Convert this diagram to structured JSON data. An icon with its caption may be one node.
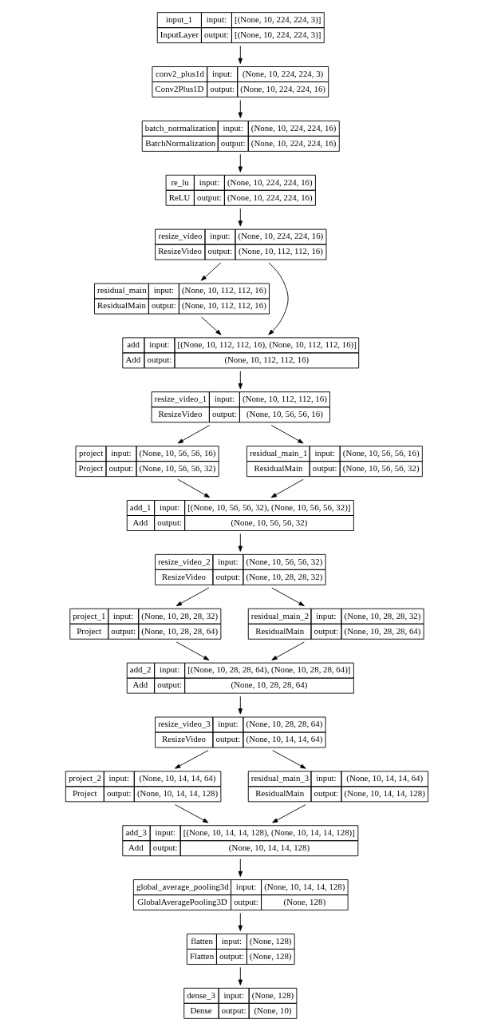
{
  "diagram": {
    "nodes": [
      {
        "text": [
          "input_1",
          "input:",
          "[(None, 10, 224, 224, 3)]",
          "InputLayer",
          "output:",
          "[(None, 10, 224, 224, 3)]"
        ]
      },
      {
        "text": [
          "conv2_plus1d",
          "input:",
          "(None, 10, 224, 224, 3)",
          "Conv2Plus1D",
          "output:",
          "(None, 10, 224, 224, 16)"
        ]
      },
      {
        "text": [
          "batch_normalization",
          "input:",
          "(None, 10, 224, 224, 16)",
          "BatchNormalization",
          "output:",
          "(None, 10, 224, 224, 16)"
        ]
      },
      {
        "text": [
          "re_lu",
          "input:",
          "(None, 10, 224, 224, 16)",
          "ReLU",
          "output:",
          "(None, 10, 224, 224, 16)"
        ]
      },
      {
        "text": [
          "resize_video",
          "input:",
          "(None, 10, 224, 224, 16)",
          "ResizeVideo",
          "output:",
          "(None, 10, 112, 112, 16)"
        ]
      },
      {
        "text": [
          "residual_main",
          "input:",
          "(None, 10, 112, 112, 16)",
          "ResidualMain",
          "output:",
          "(None, 10, 112, 112, 16)"
        ]
      },
      {
        "text": [
          "add",
          "input:",
          "[(None, 10, 112, 112, 16), (None, 10, 112, 112, 16)]",
          "Add",
          "output:",
          "(None, 10, 112, 112, 16)"
        ]
      },
      {
        "text": [
          "resize_video_1",
          "input:",
          "(None, 10, 112, 112, 16)",
          "ResizeVideo",
          "output:",
          "(None, 10, 56, 56, 16)"
        ]
      },
      {
        "text": [
          "project",
          "input:",
          "(None, 10, 56, 56, 16)",
          "Project",
          "output:",
          "(None, 10, 56, 56, 32)"
        ]
      },
      {
        "text": [
          "residual_main_1",
          "input:",
          "(None, 10, 56, 56, 16)",
          "ResidualMain",
          "output:",
          "(None, 10, 56, 56, 32)"
        ]
      },
      {
        "text": [
          "add_1",
          "input:",
          "[(None, 10, 56, 56, 32), (None, 10, 56, 56, 32)]",
          "Add",
          "output:",
          "(None, 10, 56, 56, 32)"
        ]
      },
      {
        "text": [
          "resize_video_2",
          "input:",
          "(None, 10, 56, 56, 32)",
          "ResizeVideo",
          "output:",
          "(None, 10, 28, 28, 32)"
        ]
      },
      {
        "text": [
          "project_1",
          "input:",
          "(None, 10, 28, 28, 32)",
          "Project",
          "output:",
          "(None, 10, 28, 28, 64)"
        ]
      },
      {
        "text": [
          "residual_main_2",
          "input:",
          "(None, 10, 28, 28, 32)",
          "ResidualMain",
          "output:",
          "(None, 10, 28, 28, 64)"
        ]
      },
      {
        "text": [
          "add_2",
          "input:",
          "[(None, 10, 28, 28, 64), (None, 10, 28, 28, 64)]",
          "Add",
          "output:",
          "(None, 10, 28, 28, 64)"
        ]
      },
      {
        "text": [
          "resize_video_3",
          "input:",
          "(None, 10, 28, 28, 64)",
          "ResizeVideo",
          "output:",
          "(None, 10, 14, 14, 64)"
        ]
      },
      {
        "text": [
          "project_2",
          "input:",
          "(None, 10, 14, 14, 64)",
          "Project",
          "output:",
          "(None, 10, 14, 14, 128)"
        ]
      },
      {
        "text": [
          "residual_main_3",
          "input:",
          "(None, 10, 14, 14, 64)",
          "ResidualMain",
          "output:",
          "(None, 10, 14, 14, 128)"
        ]
      },
      {
        "text": [
          "add_3",
          "input:",
          "[(None, 10, 14, 14, 128), (None, 10, 14, 14, 128)]",
          "Add",
          "output:",
          "(None, 10, 14, 14, 128)"
        ]
      },
      {
        "text": [
          "global_average_pooling3d",
          "input:",
          "(None, 10, 14, 14, 128)",
          "GlobalAveragePooling3D",
          "output:",
          "(None, 128)"
        ]
      },
      {
        "text": [
          "flatten",
          "input:",
          "(None, 128)",
          "Flatten",
          "output:",
          "(None, 128)"
        ]
      },
      {
        "text": [
          "dense_3",
          "input:",
          "(None, 128)",
          "Dense",
          "output:",
          "(None, 10)"
        ]
      }
    ],
    "edges": [
      {
        "from": 0,
        "to": 1,
        "arrow": "to"
      },
      {
        "from": 1,
        "to": 2,
        "arrow": "to"
      },
      {
        "from": 2,
        "to": 3,
        "arrow": "to"
      },
      {
        "from": 3,
        "to": 4,
        "arrow": "to"
      },
      {
        "from": 4,
        "to": 5,
        "arrow": "to"
      },
      {
        "from": 4,
        "to": 6,
        "arrow": "to"
      },
      {
        "from": 5,
        "to": 6,
        "arrow": "to"
      },
      {
        "from": 6,
        "to": 7,
        "arrow": "to"
      },
      {
        "from": 7,
        "to": 8,
        "arrow": "to"
      },
      {
        "from": 7,
        "to": 9,
        "arrow": "to"
      },
      {
        "from": 8,
        "to": 10,
        "arrow": "to"
      },
      {
        "from": 9,
        "to": 10,
        "arrow": "to"
      },
      {
        "from": 10,
        "to": 11,
        "arrow": "to"
      },
      {
        "from": 11,
        "to": 12,
        "arrow": "to"
      },
      {
        "from": 11,
        "to": 13,
        "arrow": "to"
      },
      {
        "from": 12,
        "to": 14,
        "arrow": "to"
      },
      {
        "from": 13,
        "to": 14,
        "arrow": "to"
      },
      {
        "from": 14,
        "to": 15,
        "arrow": "to"
      },
      {
        "from": 15,
        "to": 16,
        "arrow": "to"
      },
      {
        "from": 15,
        "to": 17,
        "arrow": "to"
      },
      {
        "from": 16,
        "to": 18,
        "arrow": "to"
      },
      {
        "from": 17,
        "to": 18,
        "arrow": "to"
      },
      {
        "from": 18,
        "to": 19,
        "arrow": "to"
      },
      {
        "from": 19,
        "to": 20,
        "arrow": "to"
      },
      {
        "from": 20,
        "to": 21,
        "arrow": "to"
      }
    ]
  }
}
